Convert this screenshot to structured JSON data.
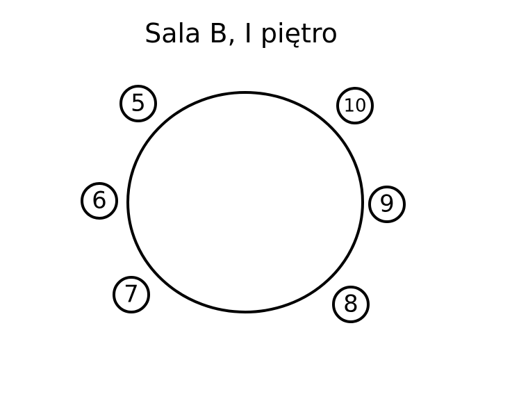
{
  "title": "Sala B, I piętro",
  "colors": {
    "stroke": "#000000",
    "background": "#ffffff"
  },
  "table": {
    "shape": "round-table"
  },
  "seats": [
    {
      "label": "5"
    },
    {
      "label": "6"
    },
    {
      "label": "7"
    },
    {
      "label": "10"
    },
    {
      "label": "9"
    },
    {
      "label": "8"
    }
  ]
}
